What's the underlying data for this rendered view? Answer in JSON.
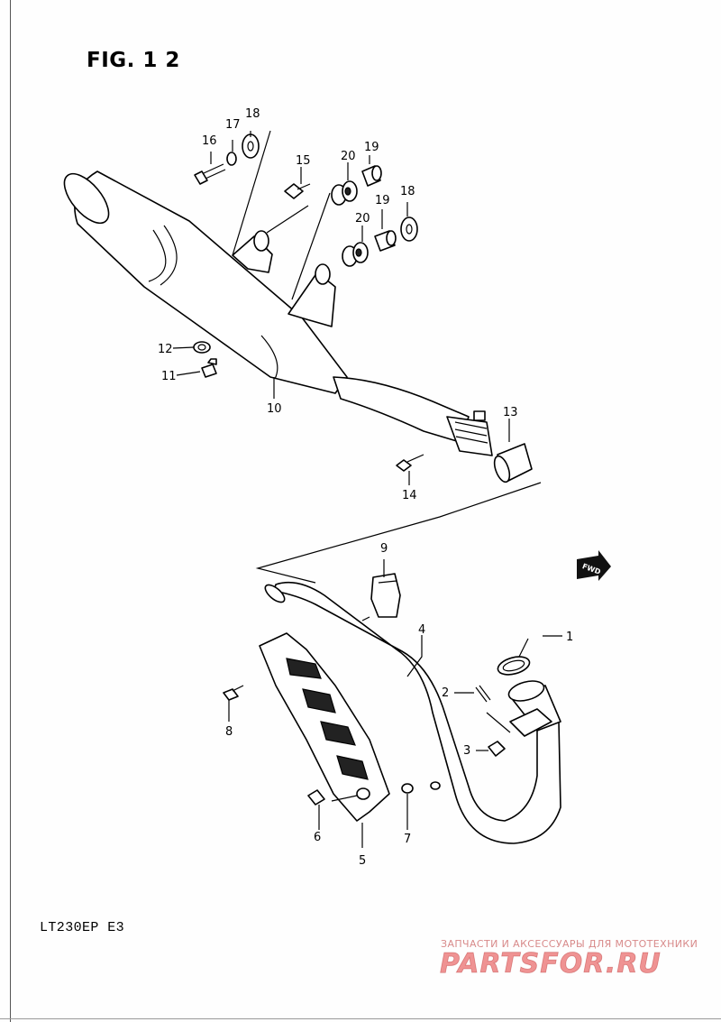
{
  "figure": {
    "title": "FIG. 1 2"
  },
  "model": {
    "code": "LT230EP  E3"
  },
  "direction_tag": "FWD",
  "watermark": {
    "caption": "ЗАПЧАСТИ И АКСЕССУАРЫ ДЛЯ МОТОТЕХНИКИ",
    "logo_text": "PARTSFOR.RU",
    "color": "#e23a3a"
  },
  "callouts": {
    "c1": "1",
    "c2": "2",
    "c3": "3",
    "c4": "4",
    "c5": "5",
    "c6": "6",
    "c7": "7",
    "c8": "8",
    "c9": "9",
    "c10": "10",
    "c11": "11",
    "c12": "12",
    "c13": "13",
    "c14": "14",
    "c15": "15",
    "c16": "16",
    "c17": "17",
    "c18a": "18",
    "c18b": "18",
    "c19a": "19",
    "c19b": "19",
    "c20a": "20",
    "c20b": "20"
  }
}
